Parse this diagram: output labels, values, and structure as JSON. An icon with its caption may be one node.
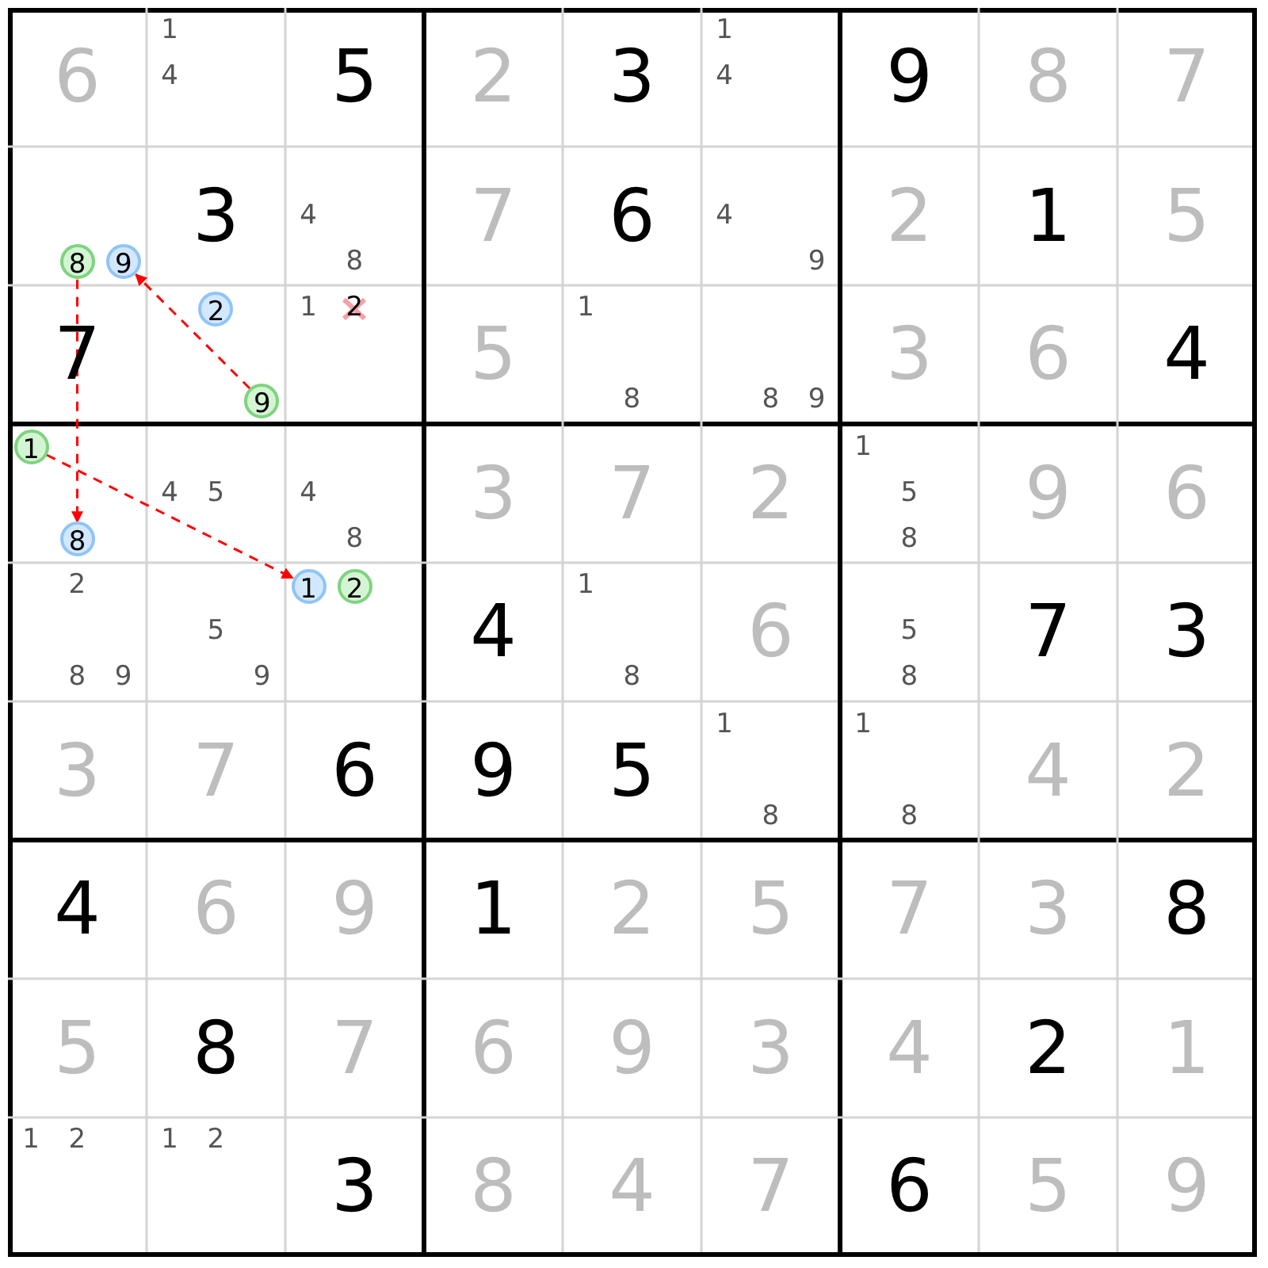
{
  "diagram": {
    "nodes": [
      {
        "text": [
          "8"
        ]
      },
      {
        "text": [
          "9"
        ]
      },
      {
        "text": [
          "2"
        ]
      },
      {
        "text": [
          "9"
        ]
      },
      {
        "text": [
          "1"
        ]
      },
      {
        "text": [
          "8"
        ]
      },
      {
        "text": [
          "1"
        ]
      },
      {
        "text": [
          "2"
        ]
      }
    ],
    "edges": [
      {
        "from": 3,
        "to": 1,
        "arrow": "to",
        "style": "dashed"
      },
      {
        "from": 0,
        "to": 5,
        "arrow": "to",
        "style": "dashed"
      },
      {
        "from": 4,
        "to": 6,
        "arrow": "to",
        "style": "dashed"
      }
    ],
    "labels": [
      "6",
      "1",
      "4",
      "5",
      "2",
      "3",
      "1",
      "4",
      "9",
      "8",
      "7",
      "3",
      "4",
      "8",
      "7",
      "6",
      "4",
      "9",
      "2",
      "1",
      "5",
      "7",
      "1",
      "2",
      "5",
      "1",
      "8",
      "8",
      "9",
      "3",
      "6",
      "4",
      "4",
      "5",
      "4",
      "8",
      "3",
      "7",
      "2",
      "1",
      "5",
      "8",
      "9",
      "6",
      "2",
      "8",
      "9",
      "5",
      "9",
      "4",
      "1",
      "8",
      "6",
      "5",
      "8",
      "7",
      "3",
      "3",
      "7",
      "6",
      "9",
      "5",
      "1",
      "8",
      "1",
      "8",
      "4",
      "2",
      "4",
      "6",
      "9",
      "1",
      "2",
      "5",
      "7",
      "3",
      "8",
      "5",
      "8",
      "7",
      "6",
      "9",
      "3",
      "4",
      "2",
      "1",
      "1",
      "2",
      "1",
      "2",
      "3",
      "8",
      "4",
      "7",
      "6",
      "5",
      "9"
    ]
  }
}
